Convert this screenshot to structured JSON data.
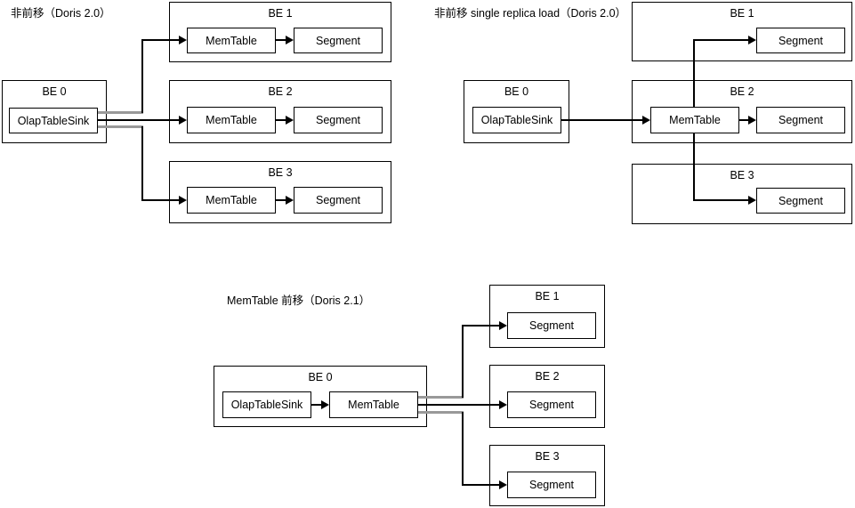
{
  "colors": {
    "line": "#000000",
    "stub": "#999999",
    "background": "#ffffff"
  },
  "d1": {
    "title": "非前移（Doris 2.0）",
    "be0": {
      "label": "BE 0",
      "sink": "OlapTableSink"
    },
    "be1": {
      "label": "BE 1",
      "memtable": "MemTable",
      "segment": "Segment"
    },
    "be2": {
      "label": "BE 2",
      "memtable": "MemTable",
      "segment": "Segment"
    },
    "be3": {
      "label": "BE 3",
      "memtable": "MemTable",
      "segment": "Segment"
    }
  },
  "d2": {
    "title": "非前移 single replica load（Doris 2.0）",
    "be0": {
      "label": "BE 0",
      "sink": "OlapTableSink"
    },
    "be1": {
      "label": "BE 1",
      "segment": "Segment"
    },
    "be2": {
      "label": "BE 2",
      "memtable": "MemTable",
      "segment": "Segment"
    },
    "be3": {
      "label": "BE 3",
      "segment": "Segment"
    }
  },
  "d3": {
    "title": "MemTable 前移（Doris 2.1）",
    "be0": {
      "label": "BE 0",
      "sink": "OlapTableSink",
      "memtable": "MemTable"
    },
    "be1": {
      "label": "BE 1",
      "segment": "Segment"
    },
    "be2": {
      "label": "BE 2",
      "segment": "Segment"
    },
    "be3": {
      "label": "BE 3",
      "segment": "Segment"
    }
  }
}
